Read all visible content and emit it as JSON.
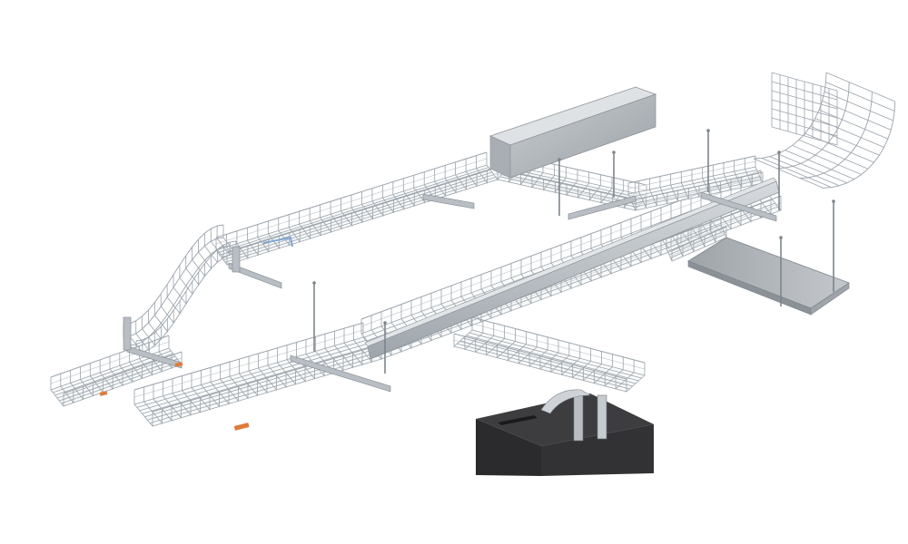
{
  "diagram": {
    "subject": "wire-mesh-cable-tray-system",
    "colors": {
      "background": "#ffffff",
      "wire": "#9aa3ab",
      "wire_light": "#c9ced3",
      "steel": "#b8bec4",
      "steel_dark": "#7d858c",
      "channel": "#c2c7cc",
      "solid_tray": "#a9aeb3",
      "block_top": "#3c3c3e",
      "block_front": "#2a2a2c",
      "block_side": "#4a4a4d",
      "accent_orange": "#e07a3a",
      "accent_blue": "#7fa7d6"
    },
    "components": [
      "mesh-tray-upper",
      "mesh-tray-lower-long",
      "mesh-tray-lower-left",
      "mesh-tray-ramp",
      "mesh-tray-branch",
      "mesh-tray-curve-vertical",
      "solid-tray-cover-upper",
      "solid-tray-right",
      "central-strut-channel",
      "concrete-support-block",
      "threaded-hanger-rods",
      "support-brackets",
      "splice-connectors"
    ]
  }
}
